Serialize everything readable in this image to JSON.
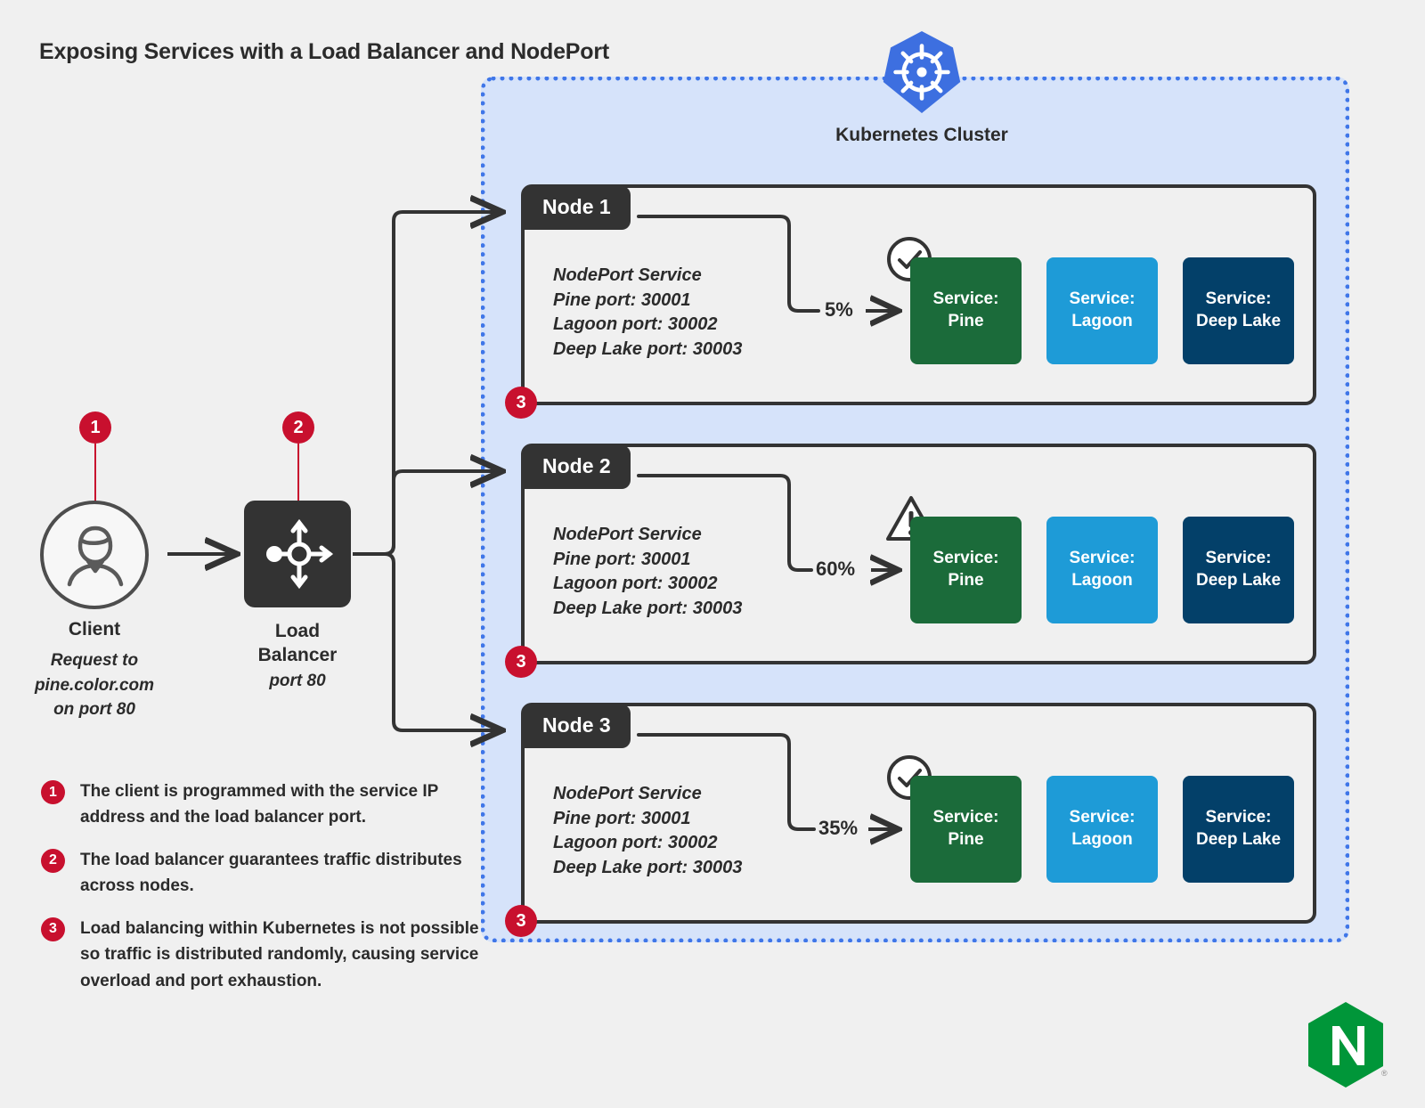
{
  "title": "Exposing Services with a\nLoad Balancer and NodePort",
  "cluster": {
    "label": "Kubernetes Cluster",
    "logo_icon": "kubernetes-helm-icon",
    "fill_color": "#d6e3fa",
    "border_color": "#3f76e8"
  },
  "client": {
    "icon": "user-avatar-icon",
    "label": "Client",
    "sub": "Request to\npine.color.com\non port 80",
    "badge": "1"
  },
  "load_balancer": {
    "icon": "load-balancer-distribute-icon",
    "label": "Load\nBalancer",
    "sub": "port 80",
    "badge": "2"
  },
  "nodes": [
    {
      "name": "Node 1",
      "ports": "NodePort Service\nPine port: 30001\nLagoon port: 30002\nDeep Lake port: 30003",
      "percent": "5%",
      "status_icon": "check-circle-icon",
      "badge": "3",
      "services": [
        {
          "label": "Service:\nPine",
          "color": "#1b6b3a"
        },
        {
          "label": "Service:\nLagoon",
          "color": "#1e9bd7"
        },
        {
          "label": "Service:\nDeep Lake",
          "color": "#034069"
        }
      ]
    },
    {
      "name": "Node 2",
      "ports": "NodePort Service\nPine port: 30001\nLagoon port: 30002\nDeep Lake port: 30003",
      "percent": "60%",
      "status_icon": "warning-triangle-icon",
      "badge": "3",
      "services": [
        {
          "label": "Service:\nPine",
          "color": "#1b6b3a"
        },
        {
          "label": "Service:\nLagoon",
          "color": "#1e9bd7"
        },
        {
          "label": "Service:\nDeep Lake",
          "color": "#034069"
        }
      ]
    },
    {
      "name": "Node 3",
      "ports": "NodePort Service\nPine port: 30001\nLagoon port: 30002\nDeep Lake port: 30003",
      "percent": "35%",
      "status_icon": "check-circle-icon",
      "badge": "3",
      "services": [
        {
          "label": "Service:\nPine",
          "color": "#1b6b3a"
        },
        {
          "label": "Service:\nLagoon",
          "color": "#1e9bd7"
        },
        {
          "label": "Service:\nDeep Lake",
          "color": "#034069"
        }
      ]
    }
  ],
  "legend": [
    {
      "num": "1",
      "text": "The client is programmed with the service IP address and the load balancer port."
    },
    {
      "num": "2",
      "text": "The load balancer guarantees traffic distributes across nodes."
    },
    {
      "num": "3",
      "text": "Load balancing within Kubernetes is not possible so traffic is distributed randomly, causing service overload and port exhaustion."
    }
  ],
  "brand": {
    "name": "NGINX",
    "letter": "N",
    "color": "#009639",
    "registered": "®"
  },
  "accent_color": "#c8102e"
}
